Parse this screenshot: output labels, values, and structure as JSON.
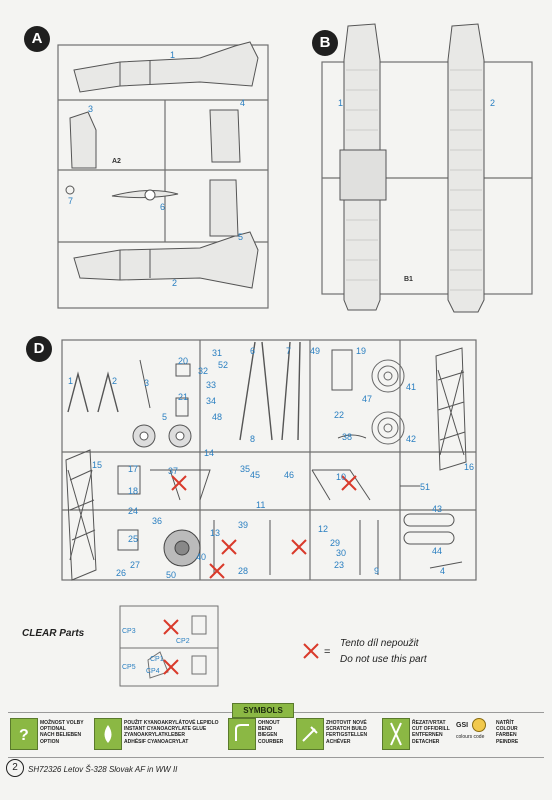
{
  "sections": {
    "a": "A",
    "b": "B",
    "d": "D"
  },
  "sprue_a": {
    "parts": [
      "1",
      "2",
      "3",
      "4",
      "5",
      "6",
      "7"
    ],
    "code": "A2"
  },
  "sprue_b": {
    "parts": [
      "1",
      "2"
    ],
    "code": "B1"
  },
  "sprue_d": {
    "parts": [
      "1",
      "2",
      "3",
      "4",
      "5",
      "6",
      "7",
      "8",
      "9",
      "10",
      "11",
      "12",
      "13",
      "14",
      "15",
      "16",
      "17",
      "18",
      "19",
      "20",
      "21",
      "22",
      "23",
      "24",
      "25",
      "26",
      "27",
      "28",
      "29",
      "30",
      "31",
      "32",
      "33",
      "34",
      "35",
      "36",
      "37",
      "38",
      "39",
      "40",
      "41",
      "42",
      "43",
      "44",
      "45",
      "46",
      "47",
      "48",
      "49",
      "50",
      "51",
      "52"
    ]
  },
  "clear_parts": {
    "title": "CLEAR Parts",
    "labels": [
      "CP1",
      "CP2",
      "CP3",
      "CP4",
      "CP5"
    ]
  },
  "legend": {
    "equals": "=",
    "czech": "Tento díl nepoužit",
    "english": "Do not use this part"
  },
  "symbols": {
    "title": "SYMBOLS",
    "items": [
      {
        "icon": "question-icon",
        "lines": [
          "MOŽNOST VOLBY",
          "OPTIONAL",
          "NACH BELIEBEN",
          "OPTION"
        ]
      },
      {
        "icon": "glue-drop-icon",
        "lines": [
          "POUŽIT KYANOAKRYLÁTOVÉ LEPIDLO",
          "INSTANT CYANOACRYLATE GLUE",
          "ZYANOAKRYLATKLEBER",
          "ADHÉSIF CYANOACRYLAT"
        ]
      },
      {
        "icon": "bend-icon",
        "lines": [
          "OHNOUT",
          "BEND",
          "BIEGEN",
          "COURBER"
        ]
      },
      {
        "icon": "build-icon",
        "lines": [
          "ZHOTOVIT NOVÉ",
          "SCRATCH BUILD",
          "FERTIGSTELLEN",
          "ACHÉVER"
        ]
      },
      {
        "icon": "cut-icon",
        "lines": [
          "ŘEZAT/VRTAT",
          "CUT OFF/DRILL",
          "ENTFERNEN",
          "DETACHER"
        ]
      },
      {
        "icon": "paint-icon",
        "lines": [
          "NATŘÍT",
          "COLOUR",
          "FARBEN",
          "PEINDRE"
        ],
        "code": "GSI",
        "code_label": "colours code"
      }
    ]
  },
  "footer": {
    "page": "2",
    "text": "SH72326 Letov Š-328 Slovak AF in WW II"
  },
  "colors": {
    "accent": "#2a7fc1",
    "cross": "#d93a2b",
    "symbol_green": "#8bb844"
  }
}
